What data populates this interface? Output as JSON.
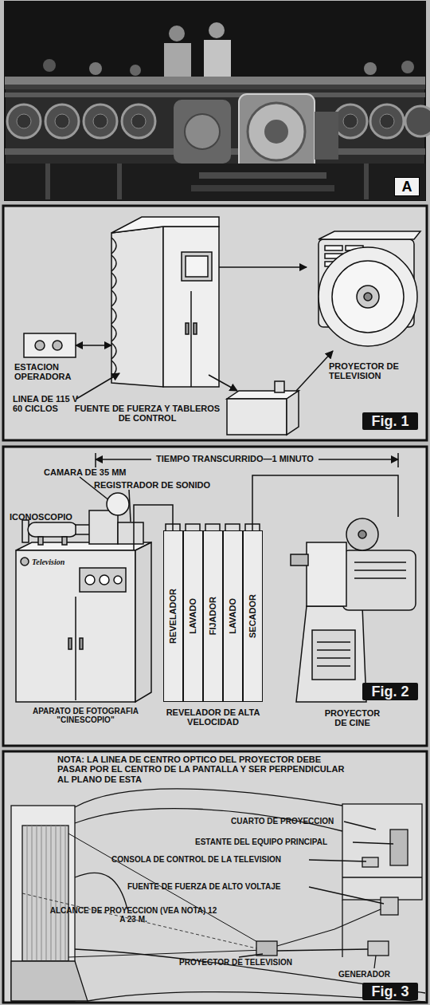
{
  "diagram": {
    "nodes": [
      {
        "text": [
          "ESTACION OPERADORA"
        ]
      },
      {
        "text": [
          "FUENTE DE FUERZA Y TABLEROS DE CONTROL"
        ]
      },
      {
        "text": [
          "PROYECTOR DE TELEVISION"
        ]
      },
      {
        "text": [
          "APARATO DE FOTOGRAFIA \"CINESCOPIO\""
        ]
      },
      {
        "text": [
          "REVELADOR DE ALTA VELOCIDAD"
        ]
      },
      {
        "text": [
          "REVELADOR"
        ],
        "in": 4
      },
      {
        "text": [
          "LAVADO"
        ],
        "in": 4
      },
      {
        "text": [
          "FIJADOR"
        ],
        "in": 4
      },
      {
        "text": [
          "LAVADO"
        ],
        "in": 4
      },
      {
        "text": [
          "SECADOR"
        ],
        "in": 4
      },
      {
        "text": [
          "PROYECTOR DE CINE"
        ]
      }
    ],
    "edges": [
      {
        "from": 0,
        "to": 1,
        "arrow": "both"
      },
      {
        "from": 1,
        "to": 2,
        "arrow": "to"
      },
      {
        "from": 3,
        "to": 4,
        "arrow": "none"
      },
      {
        "from": 4,
        "to": 10,
        "arrow": "none"
      }
    ],
    "labels": [
      "A",
      "LINEA DE 115 V 60 CICLOS",
      "Fig. 1",
      "TIEMPO TRANSCURRIDO—1 MINUTO",
      "CAMARA DE 35 MM",
      "REGISTRADOR DE SONIDO",
      "ICONOSCOPIO",
      "Television",
      "Fig. 2",
      "NOTA: LA LINEA DE CENTRO OPTICO DEL PROYECTOR DEBE PASAR POR EL CENTRO DE LA PANTALLA Y SER PERPENDICULAR AL PLANO DE ESTA",
      "CUARTO DE PROYECCION",
      "ESTANTE DEL EQUIPO PRINCIPAL",
      "CONSOLA DE CONTROL DE LA TELEVISION",
      "FUENTE DE FUERZA DE ALTO VOLTAJE",
      "ALCANCE DE PROYECCION (VEA NOTA) 12 A 23 M.",
      "PROYECTOR DE TELEVISION",
      "GENERADOR",
      "Fig. 3"
    ]
  }
}
